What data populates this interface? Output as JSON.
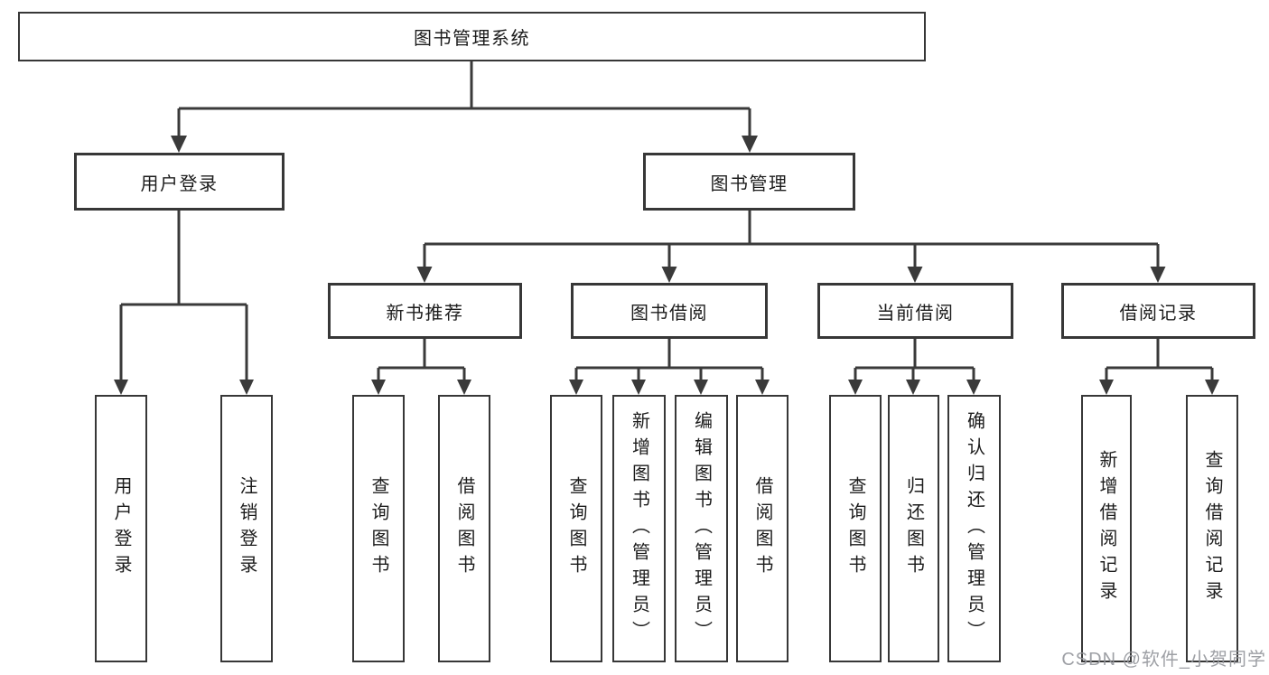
{
  "diagram": {
    "root": {
      "label": "图书管理系统"
    },
    "level2": [
      {
        "label": "用户登录"
      },
      {
        "label": "图书管理"
      }
    ],
    "level3": [
      {
        "label": "新书推荐"
      },
      {
        "label": "图书借阅"
      },
      {
        "label": "当前借阅"
      },
      {
        "label": "借阅记录"
      }
    ],
    "leaves": {
      "user_login": [
        {
          "label": "用户登录"
        },
        {
          "label": "注销登录"
        }
      ],
      "new_books": [
        {
          "label": "查询图书"
        },
        {
          "label": "借阅图书"
        }
      ],
      "book_borrow": [
        {
          "label": "查询图书"
        },
        {
          "label": "新增图书（管理员）"
        },
        {
          "label": "编辑图书（管理员）"
        },
        {
          "label": "借阅图书"
        }
      ],
      "current_borrow": [
        {
          "label": "查询图书"
        },
        {
          "label": "归还图书"
        },
        {
          "label": "确认归还（管理员）"
        }
      ],
      "borrow_records": [
        {
          "label": "新增借阅记录"
        },
        {
          "label": "查询借阅记录"
        }
      ]
    },
    "colors": {
      "line": "#3a3a3a",
      "border": "#373737",
      "text": "#1c1c1c",
      "background": "#ffffff",
      "watermark": "#94969b"
    }
  },
  "watermark": "CSDN @软件_小贺同学"
}
